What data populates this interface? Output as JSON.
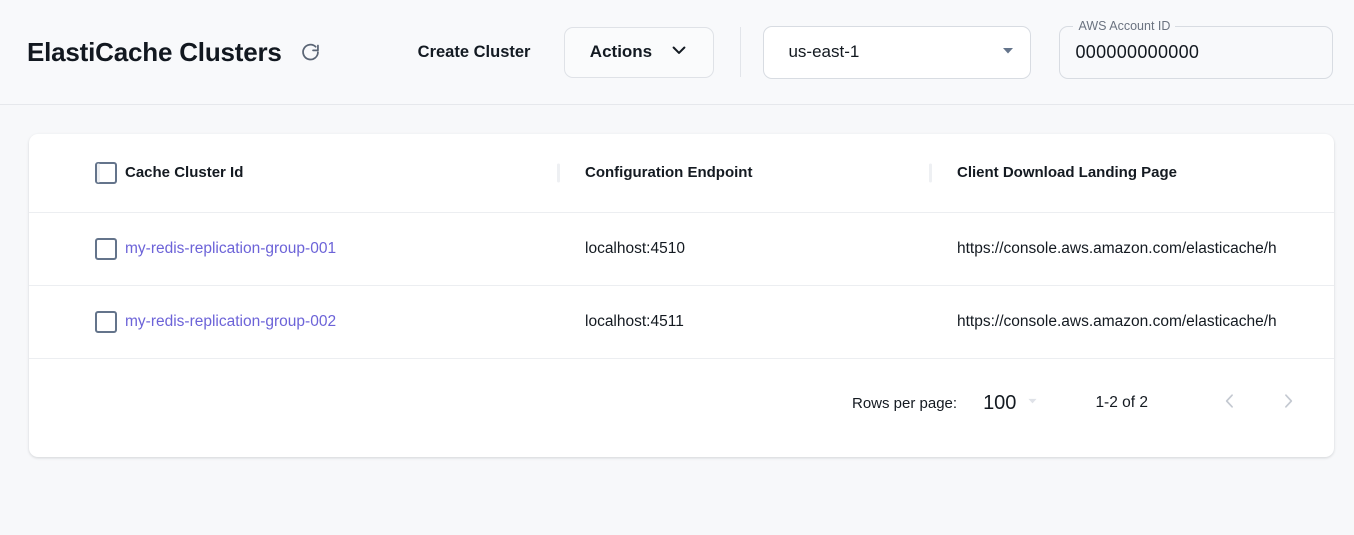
{
  "header": {
    "title": "ElastiCache Clusters",
    "refresh_icon": "refresh-icon",
    "create_cluster_label": "Create Cluster",
    "actions_label": "Actions",
    "actions_caret_icon": "chevron-down-icon",
    "region": {
      "selected": "us-east-1",
      "caret_icon": "triangle-down-icon",
      "options": [
        "us-east-1"
      ]
    },
    "account": {
      "label": "AWS Account ID",
      "value": "000000000000",
      "placeholder": "AWS Account ID"
    }
  },
  "table": {
    "columns": [
      {
        "key": "cache_cluster_id",
        "label": "Cache Cluster Id"
      },
      {
        "key": "configuration_endpoint",
        "label": "Configuration Endpoint"
      },
      {
        "key": "client_download_landing_page",
        "label": "Client Download Landing Page"
      }
    ],
    "select_all_checked": false,
    "rows": [
      {
        "checked": false,
        "cache_cluster_id": "my-redis-replication-group-001",
        "configuration_endpoint": "localhost:4510",
        "client_download_landing_page": "https://console.aws.amazon.com/elasticache/h"
      },
      {
        "checked": false,
        "cache_cluster_id": "my-redis-replication-group-002",
        "configuration_endpoint": "localhost:4511",
        "client_download_landing_page": "https://console.aws.amazon.com/elasticache/h"
      }
    ]
  },
  "pagination": {
    "rows_per_page_label": "Rows per page:",
    "rows_per_page_value": "100",
    "rows_per_page_caret_icon": "caret-down-icon",
    "range_label": "1-2 of 2",
    "prev_icon": "chevron-left-icon",
    "next_icon": "chevron-right-icon"
  },
  "colors": {
    "page_background": "#f7f8fa",
    "topbar_background": "#f8f9fb",
    "card_background": "#ffffff",
    "link": "#6c63d8",
    "text": "#141a21",
    "muted": "#6b7380",
    "checkbox_border": "#64748b",
    "divider": "#eceef1"
  }
}
